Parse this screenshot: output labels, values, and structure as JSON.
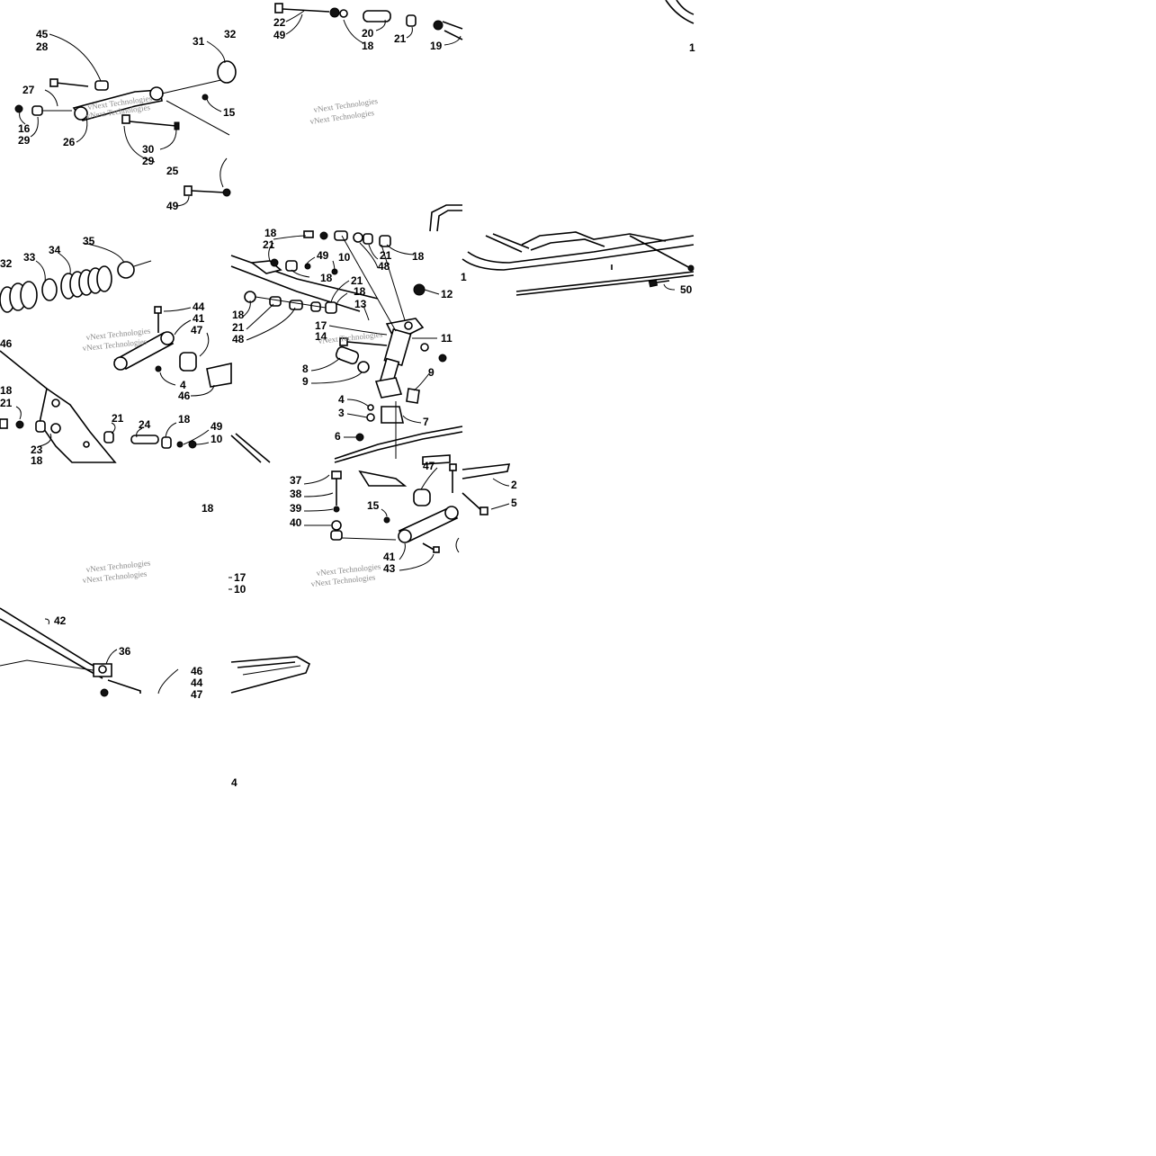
{
  "watermark": "vNext Technologies",
  "callouts": [
    "1",
    "2",
    "3",
    "4",
    "5",
    "6",
    "7",
    "8",
    "9",
    "10",
    "11",
    "12",
    "13",
    "14",
    "15",
    "16",
    "17",
    "18",
    "19",
    "20",
    "21",
    "22",
    "23",
    "24",
    "25",
    "26",
    "27",
    "28",
    "29",
    "30",
    "31",
    "32",
    "33",
    "34",
    "35",
    "36",
    "37",
    "38",
    "39",
    "40",
    "41",
    "42",
    "43",
    "44",
    "45",
    "46",
    "47",
    "48",
    "49",
    "50"
  ],
  "icons": {
    "shock": "shock-absorber-icon",
    "spring": "coil-spring-icon",
    "ski": "ski-runner-icon",
    "arm": "pivot-arm-icon",
    "bolt": "bolt-icon",
    "washer": "washer-icon",
    "bushing": "bushing-icon"
  }
}
